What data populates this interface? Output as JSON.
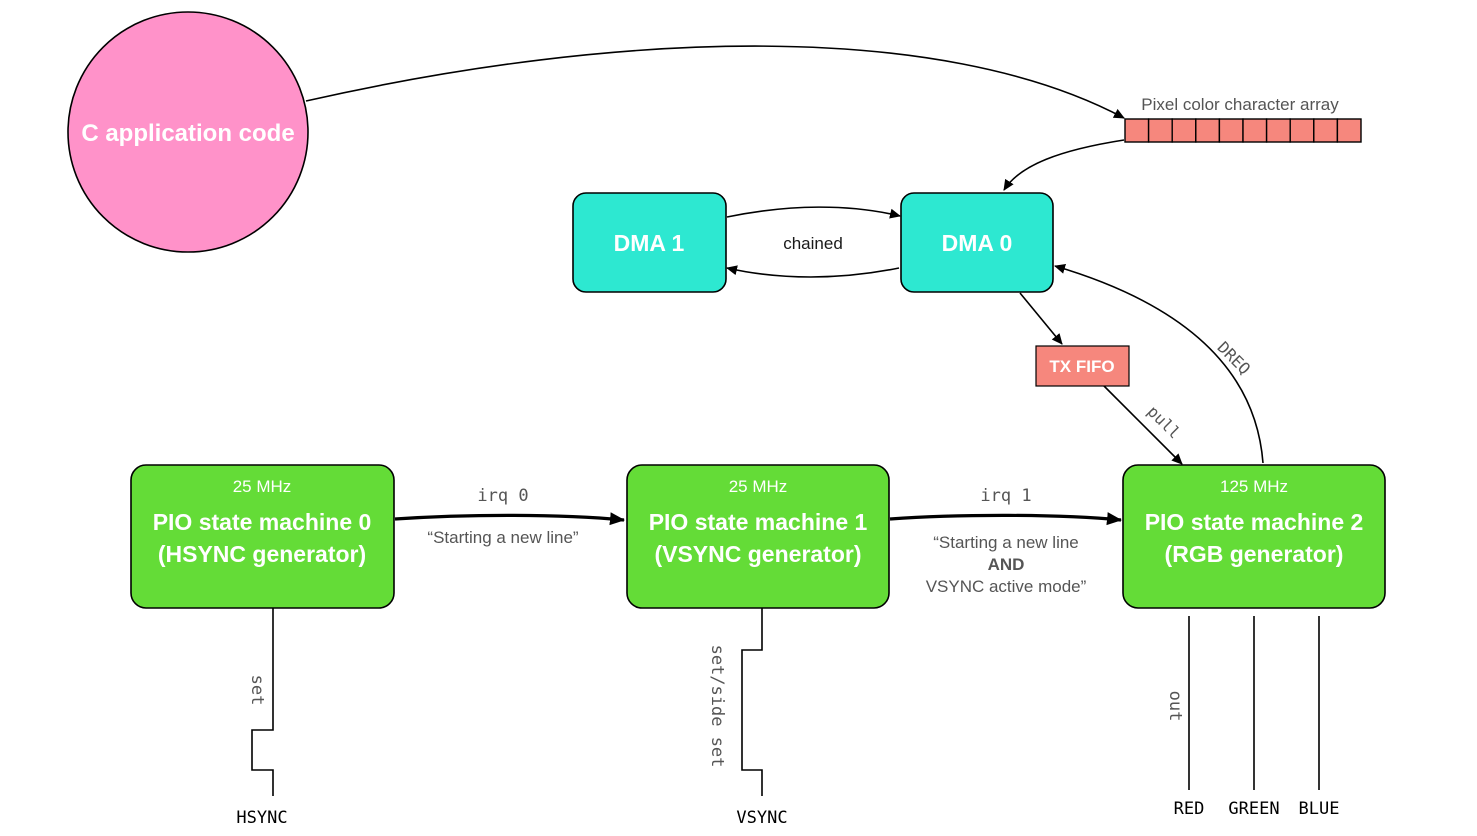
{
  "colors": {
    "app_circle": "#ff92c9",
    "dma": "#2de8d1",
    "pio": "#64dc37",
    "fifo": "#f6877d",
    "array_cell": "#f6877d",
    "label_gray": "#555555"
  },
  "app": {
    "label": "C application code"
  },
  "pixel_array": {
    "label": "Pixel color character array",
    "cell_count": 10
  },
  "dma1": {
    "label": "DMA 1"
  },
  "dma0": {
    "label": "DMA 0"
  },
  "chained": {
    "label": "chained"
  },
  "tx_fifo": {
    "label": "TX FIFO"
  },
  "dreq": {
    "label": "DREQ"
  },
  "pull": {
    "label": "pull"
  },
  "sm0": {
    "freq": "25 MHz",
    "line1": "PIO state machine 0",
    "line2": "(HSYNC generator)"
  },
  "sm1": {
    "freq": "25 MHz",
    "line1": "PIO state machine 1",
    "line2": "(VSYNC generator)"
  },
  "sm2": {
    "freq": "125 MHz",
    "line1": "PIO state machine 2",
    "line2": "(RGB generator)"
  },
  "irq0": {
    "label": "irq 0",
    "desc": "“Starting a new line”"
  },
  "irq1": {
    "label": "irq 1",
    "desc1": "“Starting a new line",
    "desc2": "AND",
    "desc3": "VSYNC active mode”"
  },
  "sm0_out": {
    "label": "set",
    "signal": "HSYNC"
  },
  "sm1_out": {
    "label": "set/side set",
    "signal": "VSYNC"
  },
  "sm2_out": {
    "label": "out",
    "signals": [
      "RED",
      "GREEN",
      "BLUE"
    ]
  }
}
